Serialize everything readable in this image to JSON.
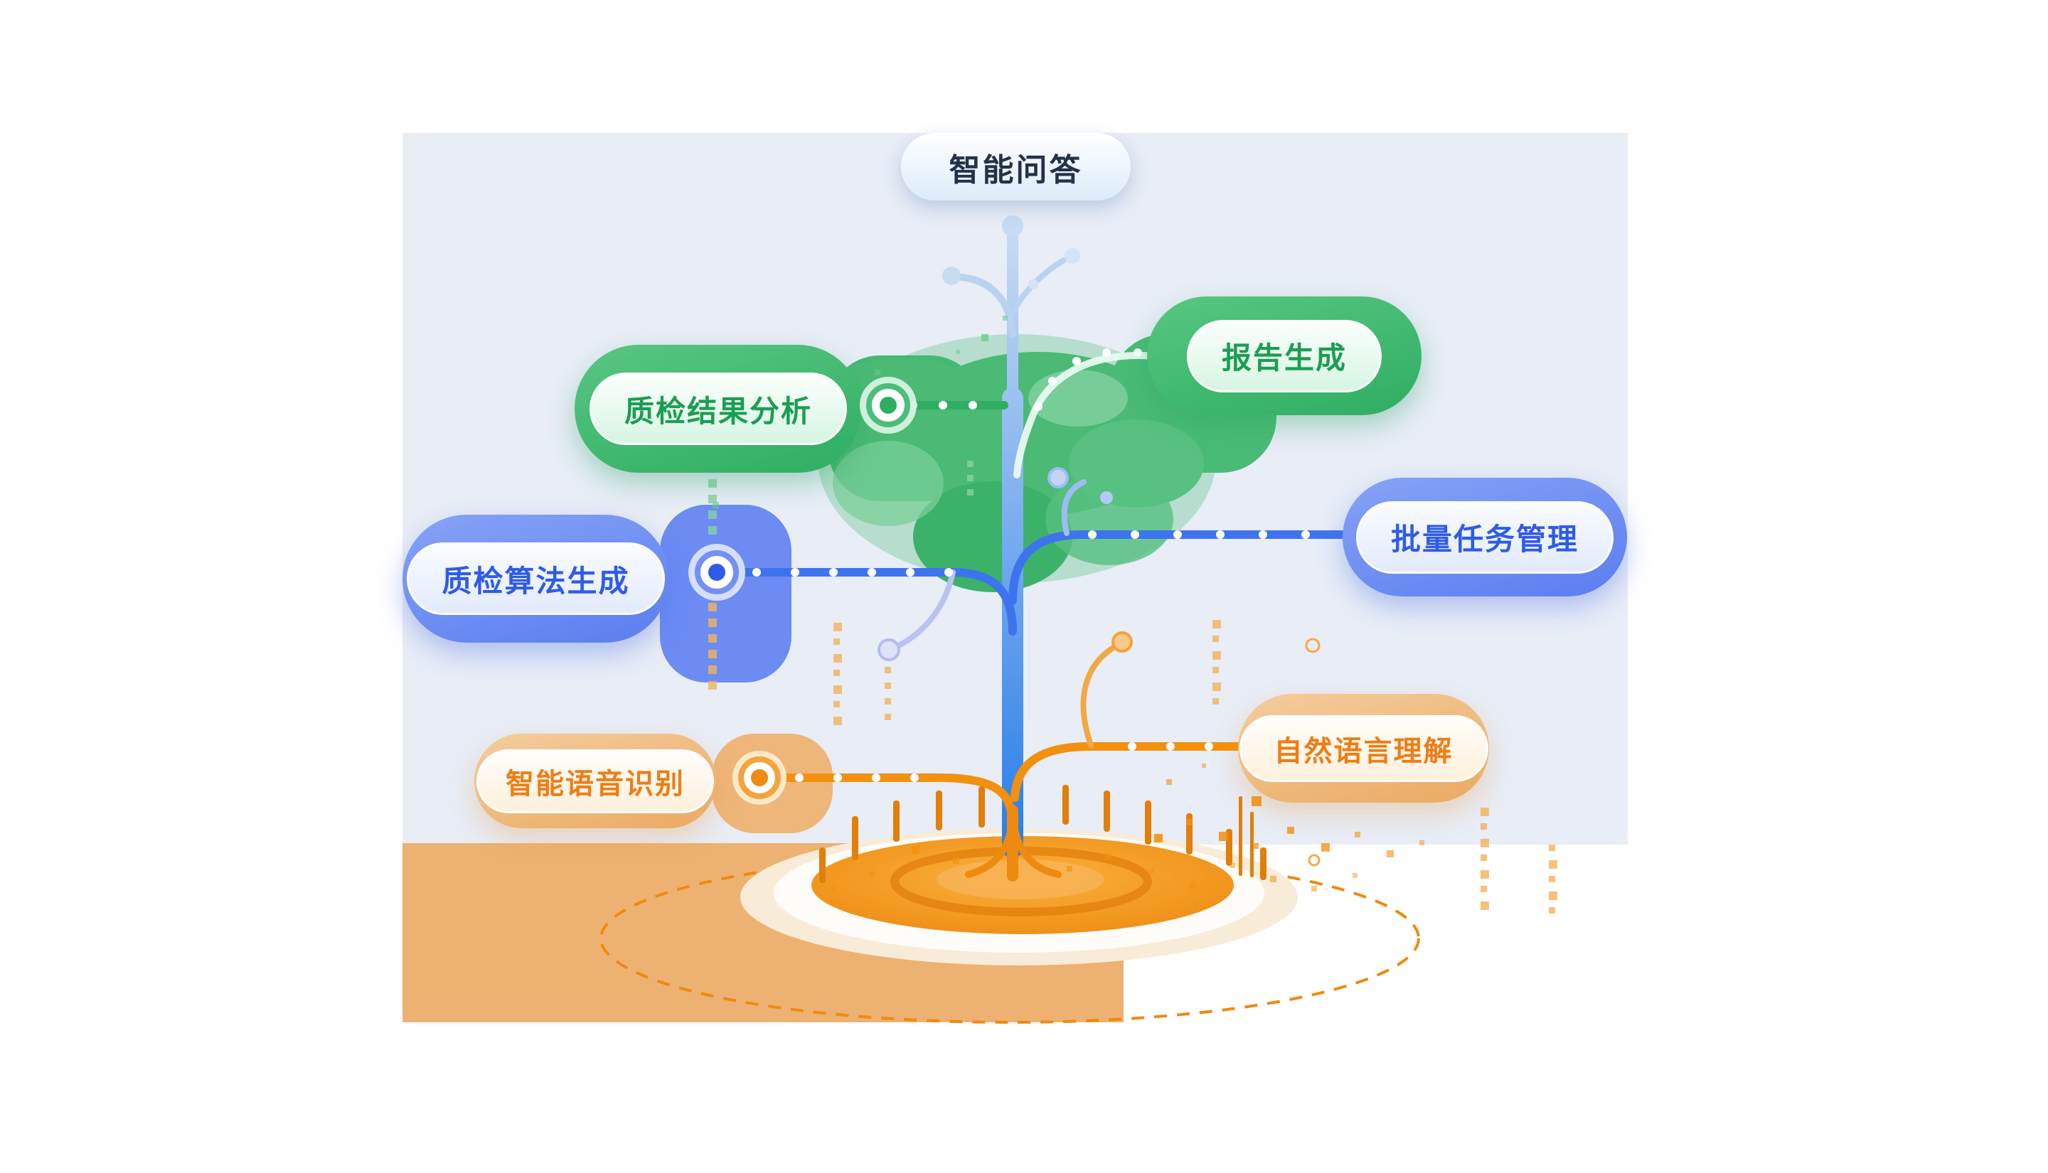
{
  "page": {
    "background": "#ffffff",
    "panel_color": "#e8edf6",
    "ground_block_color": "#edb271"
  },
  "nodes": [
    {
      "id": "smart-qa",
      "label": "智能问答",
      "theme": "light-blue"
    },
    {
      "id": "report-generation",
      "label": "报告生成",
      "theme": "green"
    },
    {
      "id": "qc-result-analysis",
      "label": "质检结果分析",
      "theme": "green"
    },
    {
      "id": "batch-task-management",
      "label": "批量任务管理",
      "theme": "blue"
    },
    {
      "id": "qc-algorithm-generation",
      "label": "质检算法生成",
      "theme": "blue"
    },
    {
      "id": "natural-language-understanding",
      "label": "自然语言理解",
      "theme": "orange"
    },
    {
      "id": "speech-recognition",
      "label": "智能语音识别",
      "theme": "orange"
    }
  ],
  "theme_colors": {
    "green_outer": "#3db671",
    "green_text": "#1b9e52",
    "green_inner": "#d7f5e2",
    "blue_outer": "#5a7ef0",
    "blue_text": "#2e5be8",
    "blue_inner": "#e2eafc",
    "orange_outer": "#ebaa61",
    "orange_text": "#ef7d15",
    "orange_inner": "#fdf0dc",
    "top_pill_text": "#24314a",
    "trunk_top": "#c6daf4",
    "trunk_bottom": "#2a7fe9",
    "branch_green": "#2fae63",
    "branch_blue": "#3d74ee",
    "branch_orange": "#f29110",
    "ground_orange": "#ee8a10"
  }
}
